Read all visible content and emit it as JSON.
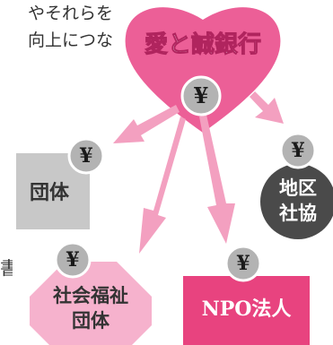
{
  "top_text": {
    "line1": "やそれらを",
    "line2": "向上につな"
  },
  "bank": {
    "name": "愛と誠銀行",
    "yen": "¥"
  },
  "groups": {
    "label": "団体",
    "yen": "¥"
  },
  "social_welfare": {
    "line1": "社会福祉",
    "line2": "団体",
    "yen": "¥"
  },
  "npo": {
    "label": "NPO法人",
    "yen": "¥"
  },
  "district": {
    "line1": "地区",
    "line2": "社協",
    "yen": "¥"
  },
  "side_char": "書",
  "colors": {
    "heart": "#ec5f97",
    "arrow": "#f3a0c0",
    "gray_box": "#c8c8c8",
    "pink_octagon": "#f6b2cd",
    "npo_box": "#e8437f",
    "dark_circle": "#4a4a4a",
    "coin": "#b3b3b3"
  }
}
